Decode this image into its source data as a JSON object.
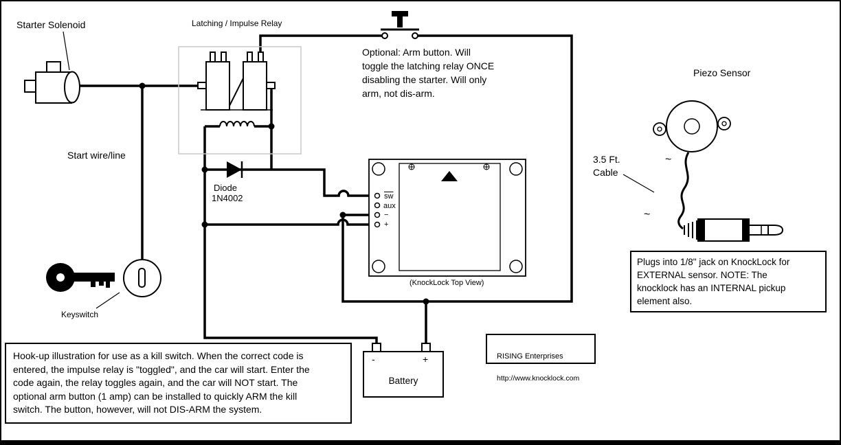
{
  "colors": {
    "ink": "#000000",
    "paper": "#ffffff",
    "relay_box_outline": "#c8c8c8"
  },
  "labels": {
    "starter_solenoid": "Starter Solenoid",
    "latching_relay": "Latching / Impulse Relay",
    "arm_button_note": "Optional:  Arm button.  Will\ntoggle the latching relay ONCE\ndisabling the starter.  Will only\narm, not dis-arm.",
    "piezo_sensor": "Piezo Sensor",
    "start_wire": "Start wire/line",
    "cable_length": "3.5 Ft.\nCable",
    "diode_name": "Diode",
    "diode_part": "1N4002",
    "knocklock_caption": "(KnockLock Top View)",
    "keyswitch": "Keyswitch",
    "tilde": "~"
  },
  "knocklock": {
    "terminals": [
      "sw",
      "aux",
      "−",
      "+"
    ]
  },
  "battery": {
    "label": "Battery",
    "minus": "-",
    "plus": "+"
  },
  "notes": {
    "plug_note": "Plugs into 1/8\" jack on KnockLock for\nEXTERNAL sensor.  NOTE: The\nknocklock has an INTERNAL pickup\nelement also.",
    "killswitch_note": "Hook-up illustration for use as a kill switch.  When the correct code is\nentered, the impulse relay is \"toggled\", and the car will start.  Enter the\ncode again, the relay toggles again, and the car will NOT start.  The\noptional arm button (1 amp) can be installed to quickly ARM the kill\nswitch.  The button, however, will not DIS-ARM the system.",
    "company_name": "RISING Enterprises",
    "company_url": "http://www.knocklock.com"
  }
}
